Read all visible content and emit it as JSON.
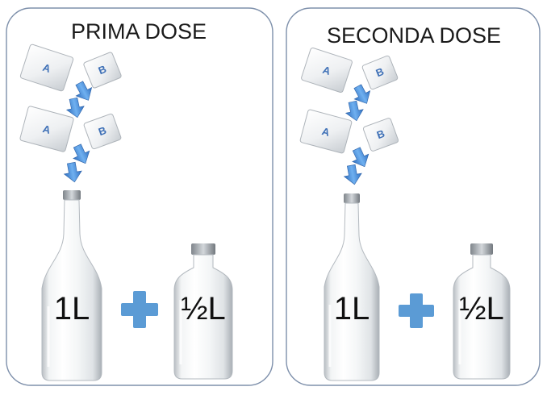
{
  "panels": [
    {
      "title": "PRIMA DOSE",
      "sachets": [
        {
          "label": "A"
        },
        {
          "label": "B"
        },
        {
          "label": "A"
        },
        {
          "label": "B"
        }
      ],
      "large_bottle_label": "1L",
      "small_bottle_label": "½L"
    },
    {
      "title": "SECONDA DOSE",
      "sachets": [
        {
          "label": "A"
        },
        {
          "label": "B"
        },
        {
          "label": "A"
        },
        {
          "label": "B"
        }
      ],
      "large_bottle_label": "1L",
      "small_bottle_label": "½L"
    }
  ],
  "colors": {
    "panel_border": "#7e90ab",
    "plus": "#5b9bd5",
    "arrow": "#4d8fd8",
    "sachet_letter": "#3d6fb6",
    "text": "#1a1a1a"
  },
  "icons": [
    "sachet-icon",
    "arrow-down-icon",
    "bottle-icon",
    "plus-icon"
  ]
}
